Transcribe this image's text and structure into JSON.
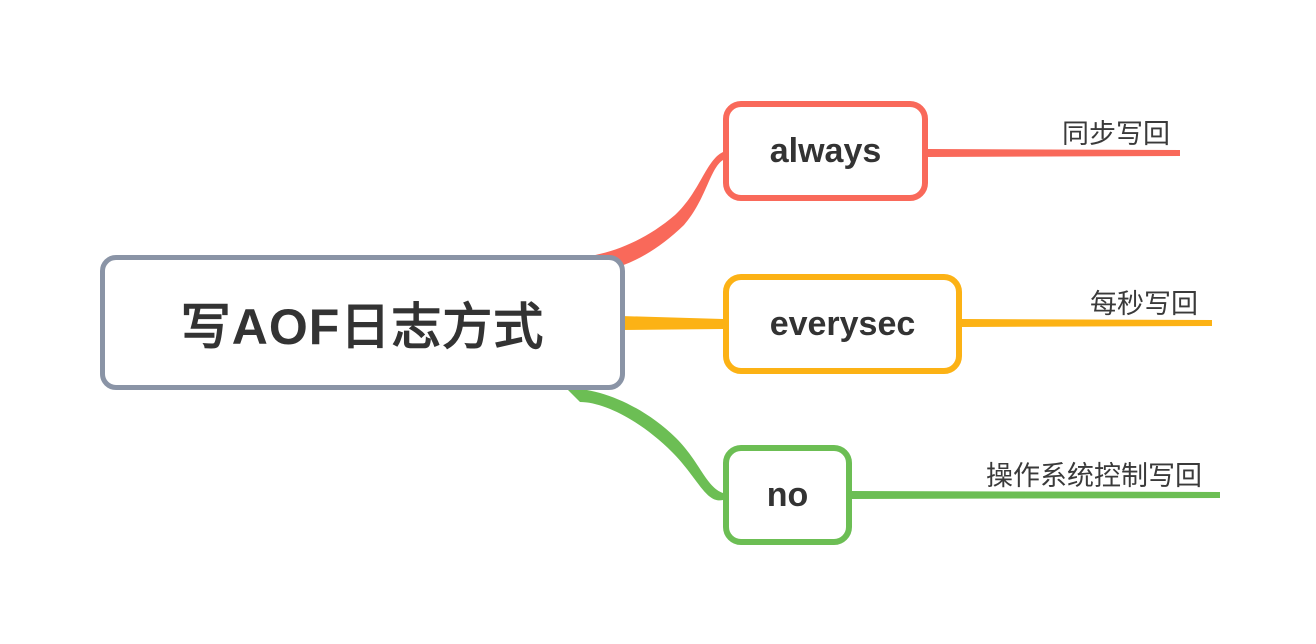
{
  "diagram": {
    "title": "写AOF日志方式",
    "type": "mindmap",
    "orientation": "left-to-right",
    "background_color": "#ffffff",
    "root": {
      "label": "写AOF日志方式",
      "border_color": "#8a94a6",
      "text_color": "#333333"
    },
    "branches": [
      {
        "id": "always",
        "label": "always",
        "color": "#f9695a",
        "leaf_label": "同步写回"
      },
      {
        "id": "everysec",
        "label": "everysec",
        "color": "#fcb215",
        "leaf_label": "每秒写回"
      },
      {
        "id": "no",
        "label": "no",
        "color": "#6cbe54",
        "leaf_label": "操作系统控制写回"
      }
    ]
  }
}
